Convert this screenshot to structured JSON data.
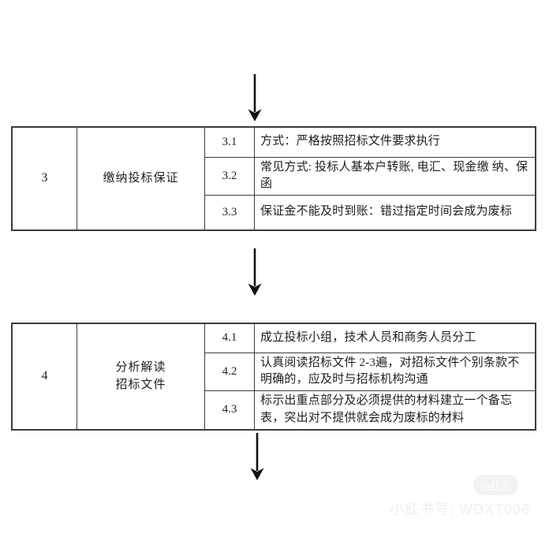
{
  "page": {
    "background": "#ffffff"
  },
  "colors": {
    "border": "#3c3c3c",
    "text": "#1f1f1f",
    "arrow": "#111111",
    "watermark": "#f1eeed"
  },
  "flow": {
    "steps": [
      {
        "number": "3",
        "title": "缴纳投标保证",
        "substeps": [
          {
            "code": "3.1",
            "text": "方式：严格按照招标文件要求执行"
          },
          {
            "code": "3.2",
            "text": "常见方式: 投标人基本户转账, 电汇、现金缴 纳、保函"
          },
          {
            "code": "3.3",
            "text": "保证金不能及时到账：错过指定时间会成为废标"
          }
        ]
      },
      {
        "number": "4",
        "title": "分析解读\n招标文件",
        "substeps": [
          {
            "code": "4.1",
            "text": "成立投标小组，技术人员和商务人员分工"
          },
          {
            "code": "4.2",
            "text": "认真阅读招标文件 2-3遍，对招标文件个别条款不明确的，应及时与招标机构沟通"
          },
          {
            "code": "4.3",
            "text": "标示出重点部分及必须提供的材料建立一个备忘表，突出对不提供就会成为废标的材料"
          }
        ]
      }
    ]
  },
  "watermark": {
    "badge_label": "小红书",
    "account_label": "小红书号: WDXT006"
  }
}
